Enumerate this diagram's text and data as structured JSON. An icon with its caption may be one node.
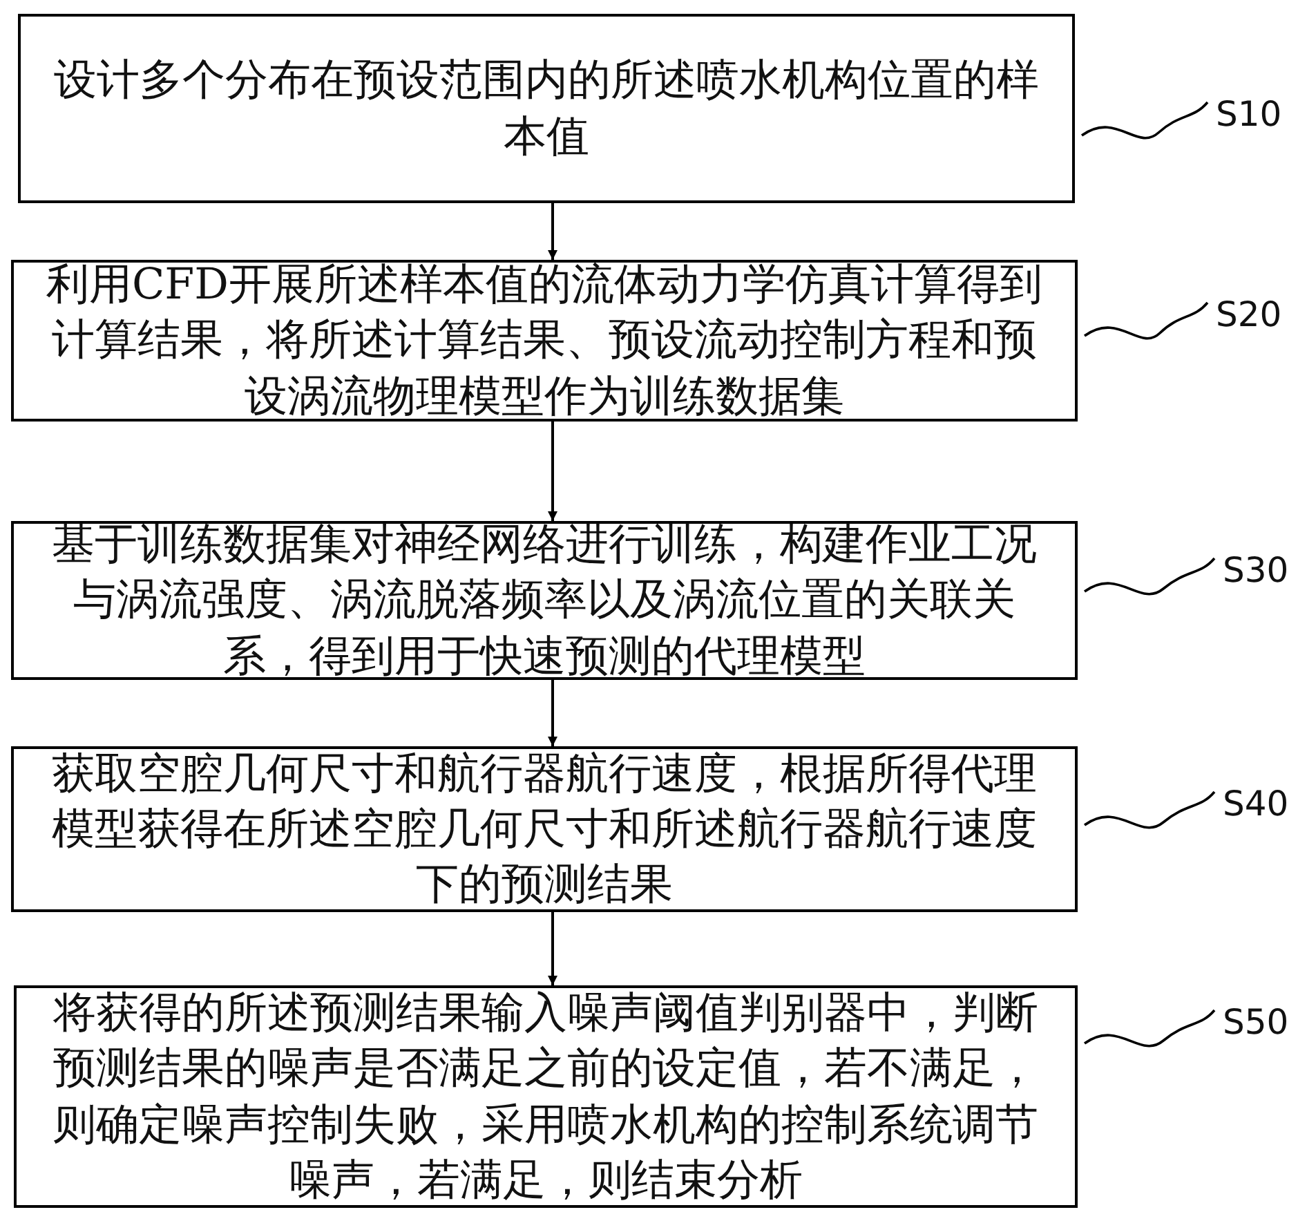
{
  "diagram": {
    "nodes": [
      {
        "text": [
          "设计多个分布在预设范围内的所述喷水机构位置的样本值"
        ]
      },
      {
        "text": [
          "利用CFD开展所述样本值的流体动力学仿真计算得到计算结果，将所述计算结果、预设流动控制方程和预设涡流物理模型作为训练数据集"
        ]
      },
      {
        "text": [
          "基于训练数据集对神经网络进行训练，构建作业工况与涡流强度、涡流脱落频率以及涡流位置的关联关系，得到用于快速预测的代理模型"
        ]
      },
      {
        "text": [
          "获取空腔几何尺寸和航行器航行速度，根据所得代理模型获得在所述空腔几何尺寸和所述航行器航行速度下的预测结果"
        ]
      },
      {
        "text": [
          "将获得的所述预测结果输入噪声阈值判别器中，判断预测结果的噪声是否满足之前的设定值，若不满足，则确定噪声控制失败，采用喷水机构的控制系统调节噪声，若满足，则结束分析"
        ]
      }
    ],
    "edges": [
      {
        "from": 0,
        "to": 1,
        "arrow": "to"
      },
      {
        "from": 1,
        "to": 2,
        "arrow": "to"
      },
      {
        "from": 2,
        "to": 3,
        "arrow": "to"
      },
      {
        "from": 3,
        "to": 4,
        "arrow": "to"
      }
    ],
    "labels": [
      "S10",
      "S20",
      "S30",
      "S40",
      "S50"
    ]
  }
}
